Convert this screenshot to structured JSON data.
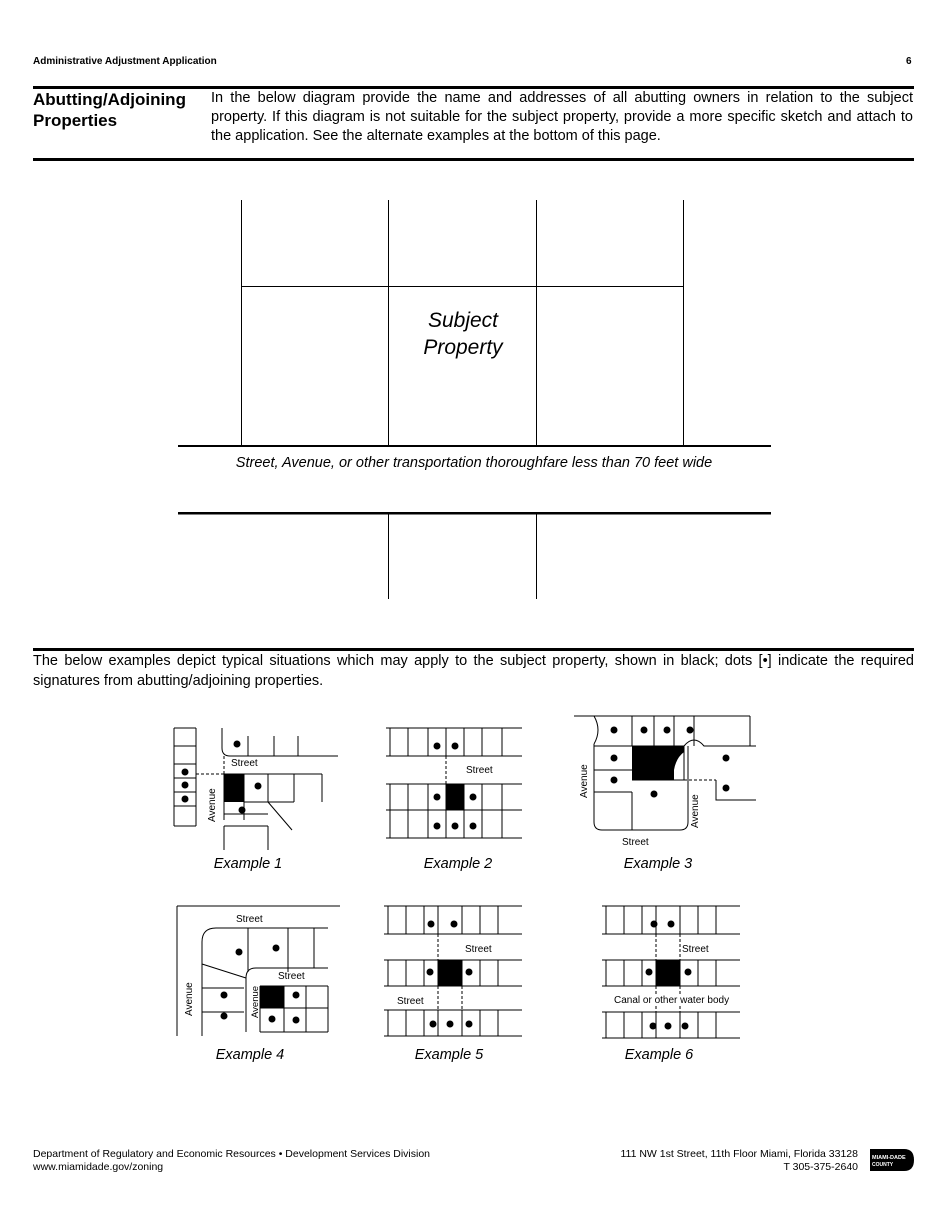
{
  "header": {
    "doc_title": "Administrative Adjustment Application",
    "page_number": "6"
  },
  "section": {
    "title_line1": "Abutting/Adjoining",
    "title_line2": "Properties",
    "intro": "In the below diagram provide the name and addresses of all abutting owners in relation to the subject property. If this diagram is not suitable for the subject property, provide a more specific sketch and attach to the application. See the alternate examples at the bottom of this page."
  },
  "diagram": {
    "subject_line1": "Subject",
    "subject_line2": "Property",
    "street_caption": "Street, Avenue, or other transportation thoroughfare less than 70 feet wide"
  },
  "examples_intro": "The below examples depict typical situations which may apply to the subject property, shown in black; dots [•] indicate the required signatures from abutting/adjoining properties.",
  "examples": {
    "labels": [
      "Example 1",
      "Example 2",
      "Example 3",
      "Example 4",
      "Example 5",
      "Example 6"
    ],
    "street": "Street",
    "avenue": "Avenue",
    "canal": "Canal or other water body"
  },
  "footer": {
    "left_line1": "Department of Regulatory and Economic Resources • Development Services Division",
    "left_line2": "www.miamidade.gov/zoning",
    "right_line1": "111 NW 1st Street, 11th Floor Miami, Florida 33128",
    "right_line2": "T 305-375-2640",
    "logo_line1": "MIAMI-DADE",
    "logo_line2": "COUNTY"
  }
}
